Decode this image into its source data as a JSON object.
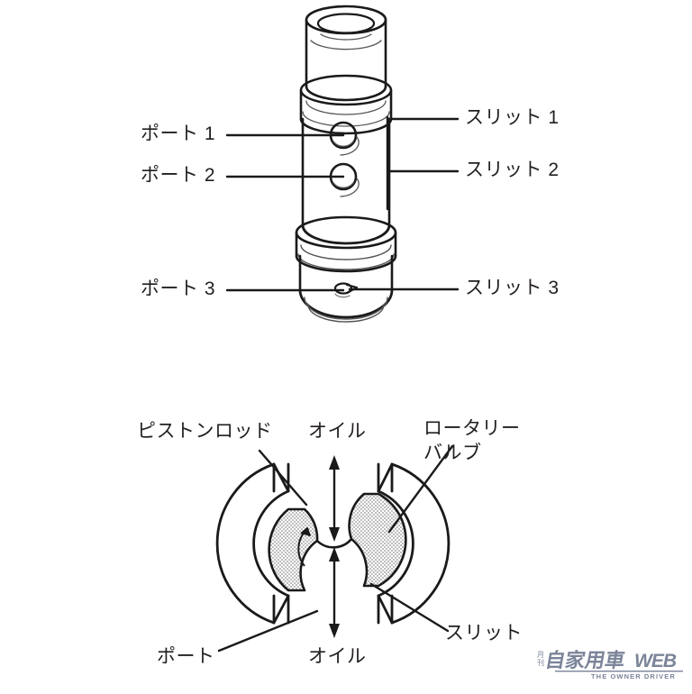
{
  "document": {
    "type": "technical-illustration",
    "subject": "shock-absorber-piston-rod-rotary-valve",
    "background_color": "#ffffff",
    "ink_color": "#231f20"
  },
  "figures": [
    {
      "id": "upper-figure",
      "name": "piston-rod-side-view",
      "description": "Side elevation of a piston rod showing three ports / slits"
    },
    {
      "id": "lower-figure",
      "name": "rotary-valve-cross-section",
      "description": "Cross section through the piston rod showing the rotary valve, slit, port and oil flow"
    }
  ],
  "upper_labels": {
    "left": [
      {
        "key": "port1",
        "text": "ポート 1"
      },
      {
        "key": "port2",
        "text": "ポート 2"
      },
      {
        "key": "port3",
        "text": "ポート 3"
      }
    ],
    "right": [
      {
        "key": "slit1",
        "text": "スリット 1"
      },
      {
        "key": "slit2",
        "text": "スリット 2"
      },
      {
        "key": "slit3",
        "text": "スリット 3"
      }
    ]
  },
  "lower_labels": {
    "piston_rod": "ピストンロッド",
    "oil_top": "オイル",
    "rotary_valve_line1": "ロータリー",
    "rotary_valve_line2": "バルブ",
    "port": "ポート",
    "oil_bottom": "オイル",
    "slit": "スリット"
  },
  "watermark": {
    "name": "owner-driver-web-logo",
    "kanji_small": "月刊",
    "kanji_main": "自家用車",
    "latin": "WEB",
    "tagline": "THE OWNER DRIVER",
    "color": "#7b8498"
  },
  "colors": {
    "ink": "#231f20",
    "line": "#1a1a1a",
    "hatch_fill": "#c9c9c9",
    "watermark": "#7b8498"
  }
}
